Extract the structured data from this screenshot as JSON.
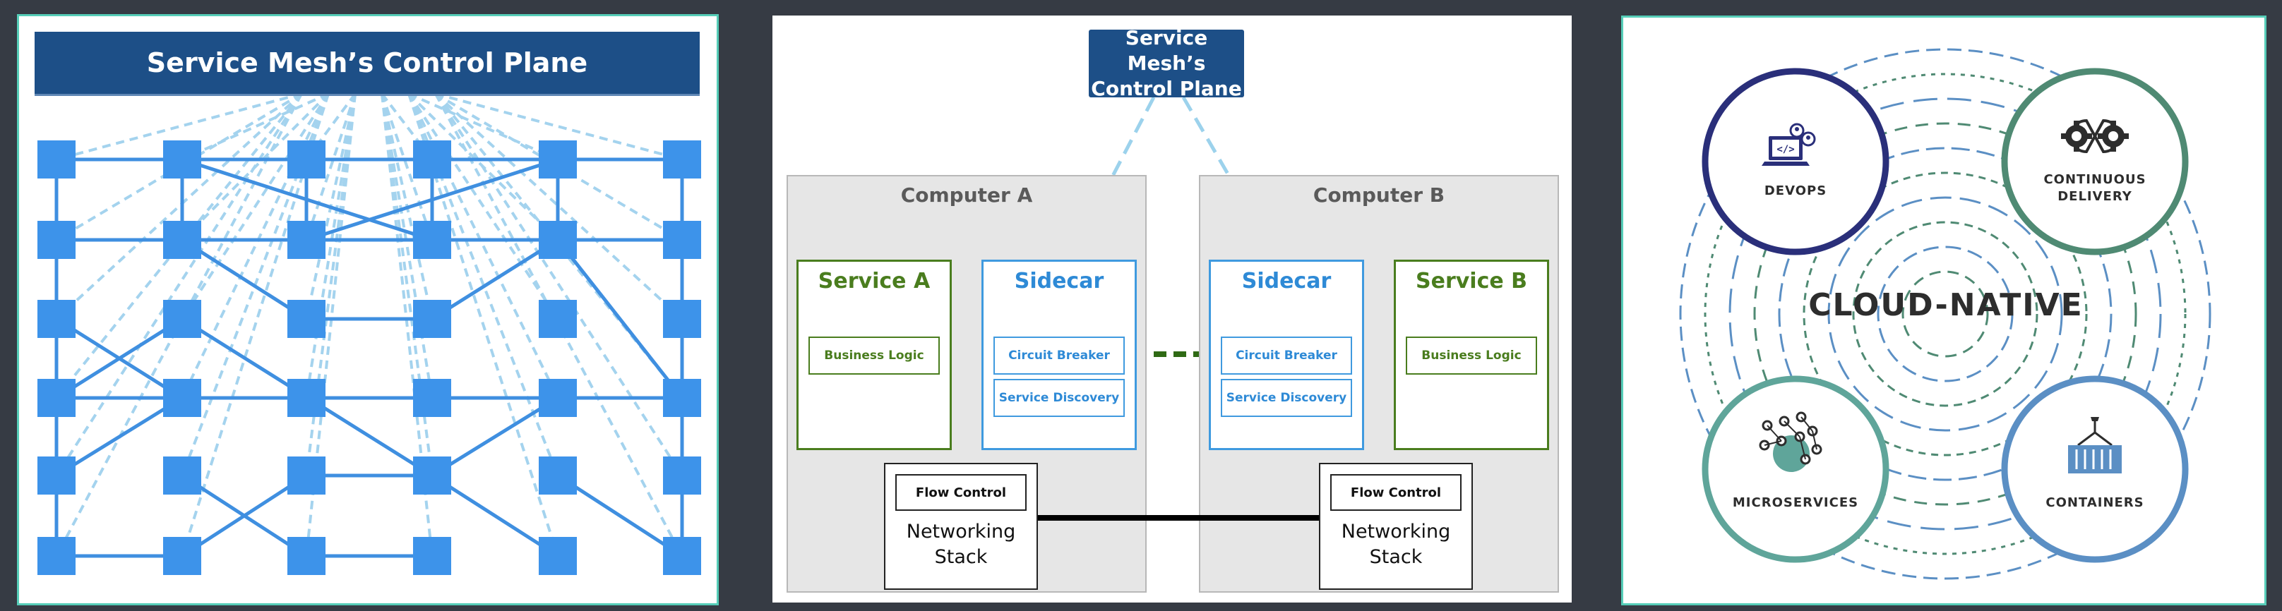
{
  "mesh_panel": {
    "title": "Service Mesh’s Control Plane"
  },
  "sidecar_panel": {
    "control_plane": {
      "line1": "Service Mesh’s",
      "line2": "Control Plane"
    },
    "computer_a": {
      "label": "Computer A",
      "service": {
        "title": "Service A",
        "business_logic": "Business Logic"
      },
      "sidecar": {
        "title": "Sidecar",
        "circuit_breaker": "Circuit Breaker",
        "service_discovery": "Service Discovery"
      },
      "network": {
        "flow_control": "Flow Control",
        "line1": "Networking",
        "line2": "Stack"
      }
    },
    "computer_b": {
      "label": "Computer B",
      "service": {
        "title": "Service B",
        "business_logic": "Business Logic"
      },
      "sidecar": {
        "title": "Sidecar",
        "circuit_breaker": "Circuit Breaker",
        "service_discovery": "Service Discovery"
      },
      "network": {
        "flow_control": "Flow Control",
        "line1": "Networking",
        "line2": "Stack"
      }
    }
  },
  "cloud_panel": {
    "title": "CLOUD-NATIVE",
    "devops": "DEVOPS",
    "continuous_delivery": {
      "line1": "CONTINUOUS",
      "line2": "DELIVERY"
    },
    "microservices": "MICROSERVICES",
    "containers": "CONTAINERS",
    "colors": {
      "devops": "#2a2f7a",
      "continuous_delivery": "#4f8a73",
      "microservices": "#5fa59a",
      "containers": "#5b8fc4"
    }
  }
}
